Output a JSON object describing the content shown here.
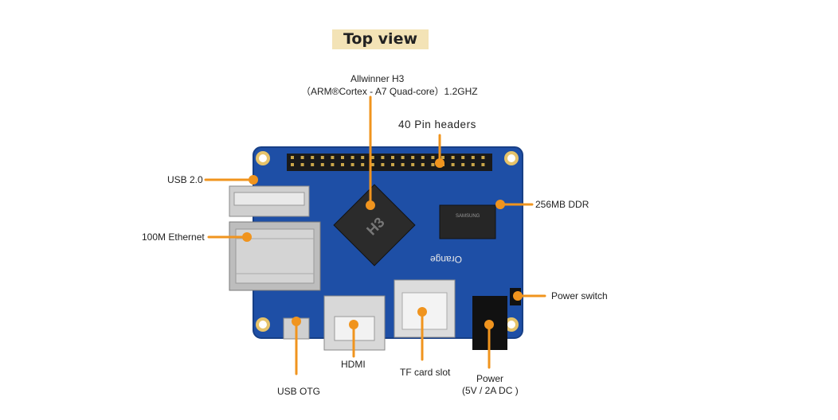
{
  "title": "Top view",
  "accent_color": "#f0941e",
  "board_color": "#1e4fa6",
  "labels": {
    "soc_line1": "Allwinner H3",
    "soc_line2": "（ARM®Cortex - A7 Quad-core）1.2GHZ",
    "pin_headers": "40 Pin headers",
    "usb2": "USB 2.0",
    "ethernet": "100M Ethernet",
    "ddr": "256MB DDR",
    "power_switch": "Power switch",
    "hdmi": "HDMI",
    "tf_card": "TF card slot",
    "power_line1": "Power",
    "power_line2": "(5V / 2A DC )",
    "usb_otg": "USB OTG"
  },
  "board_markings": {
    "soc_text": "H3",
    "ram_text": "SAMSUNG",
    "brand_text": "Orange"
  }
}
